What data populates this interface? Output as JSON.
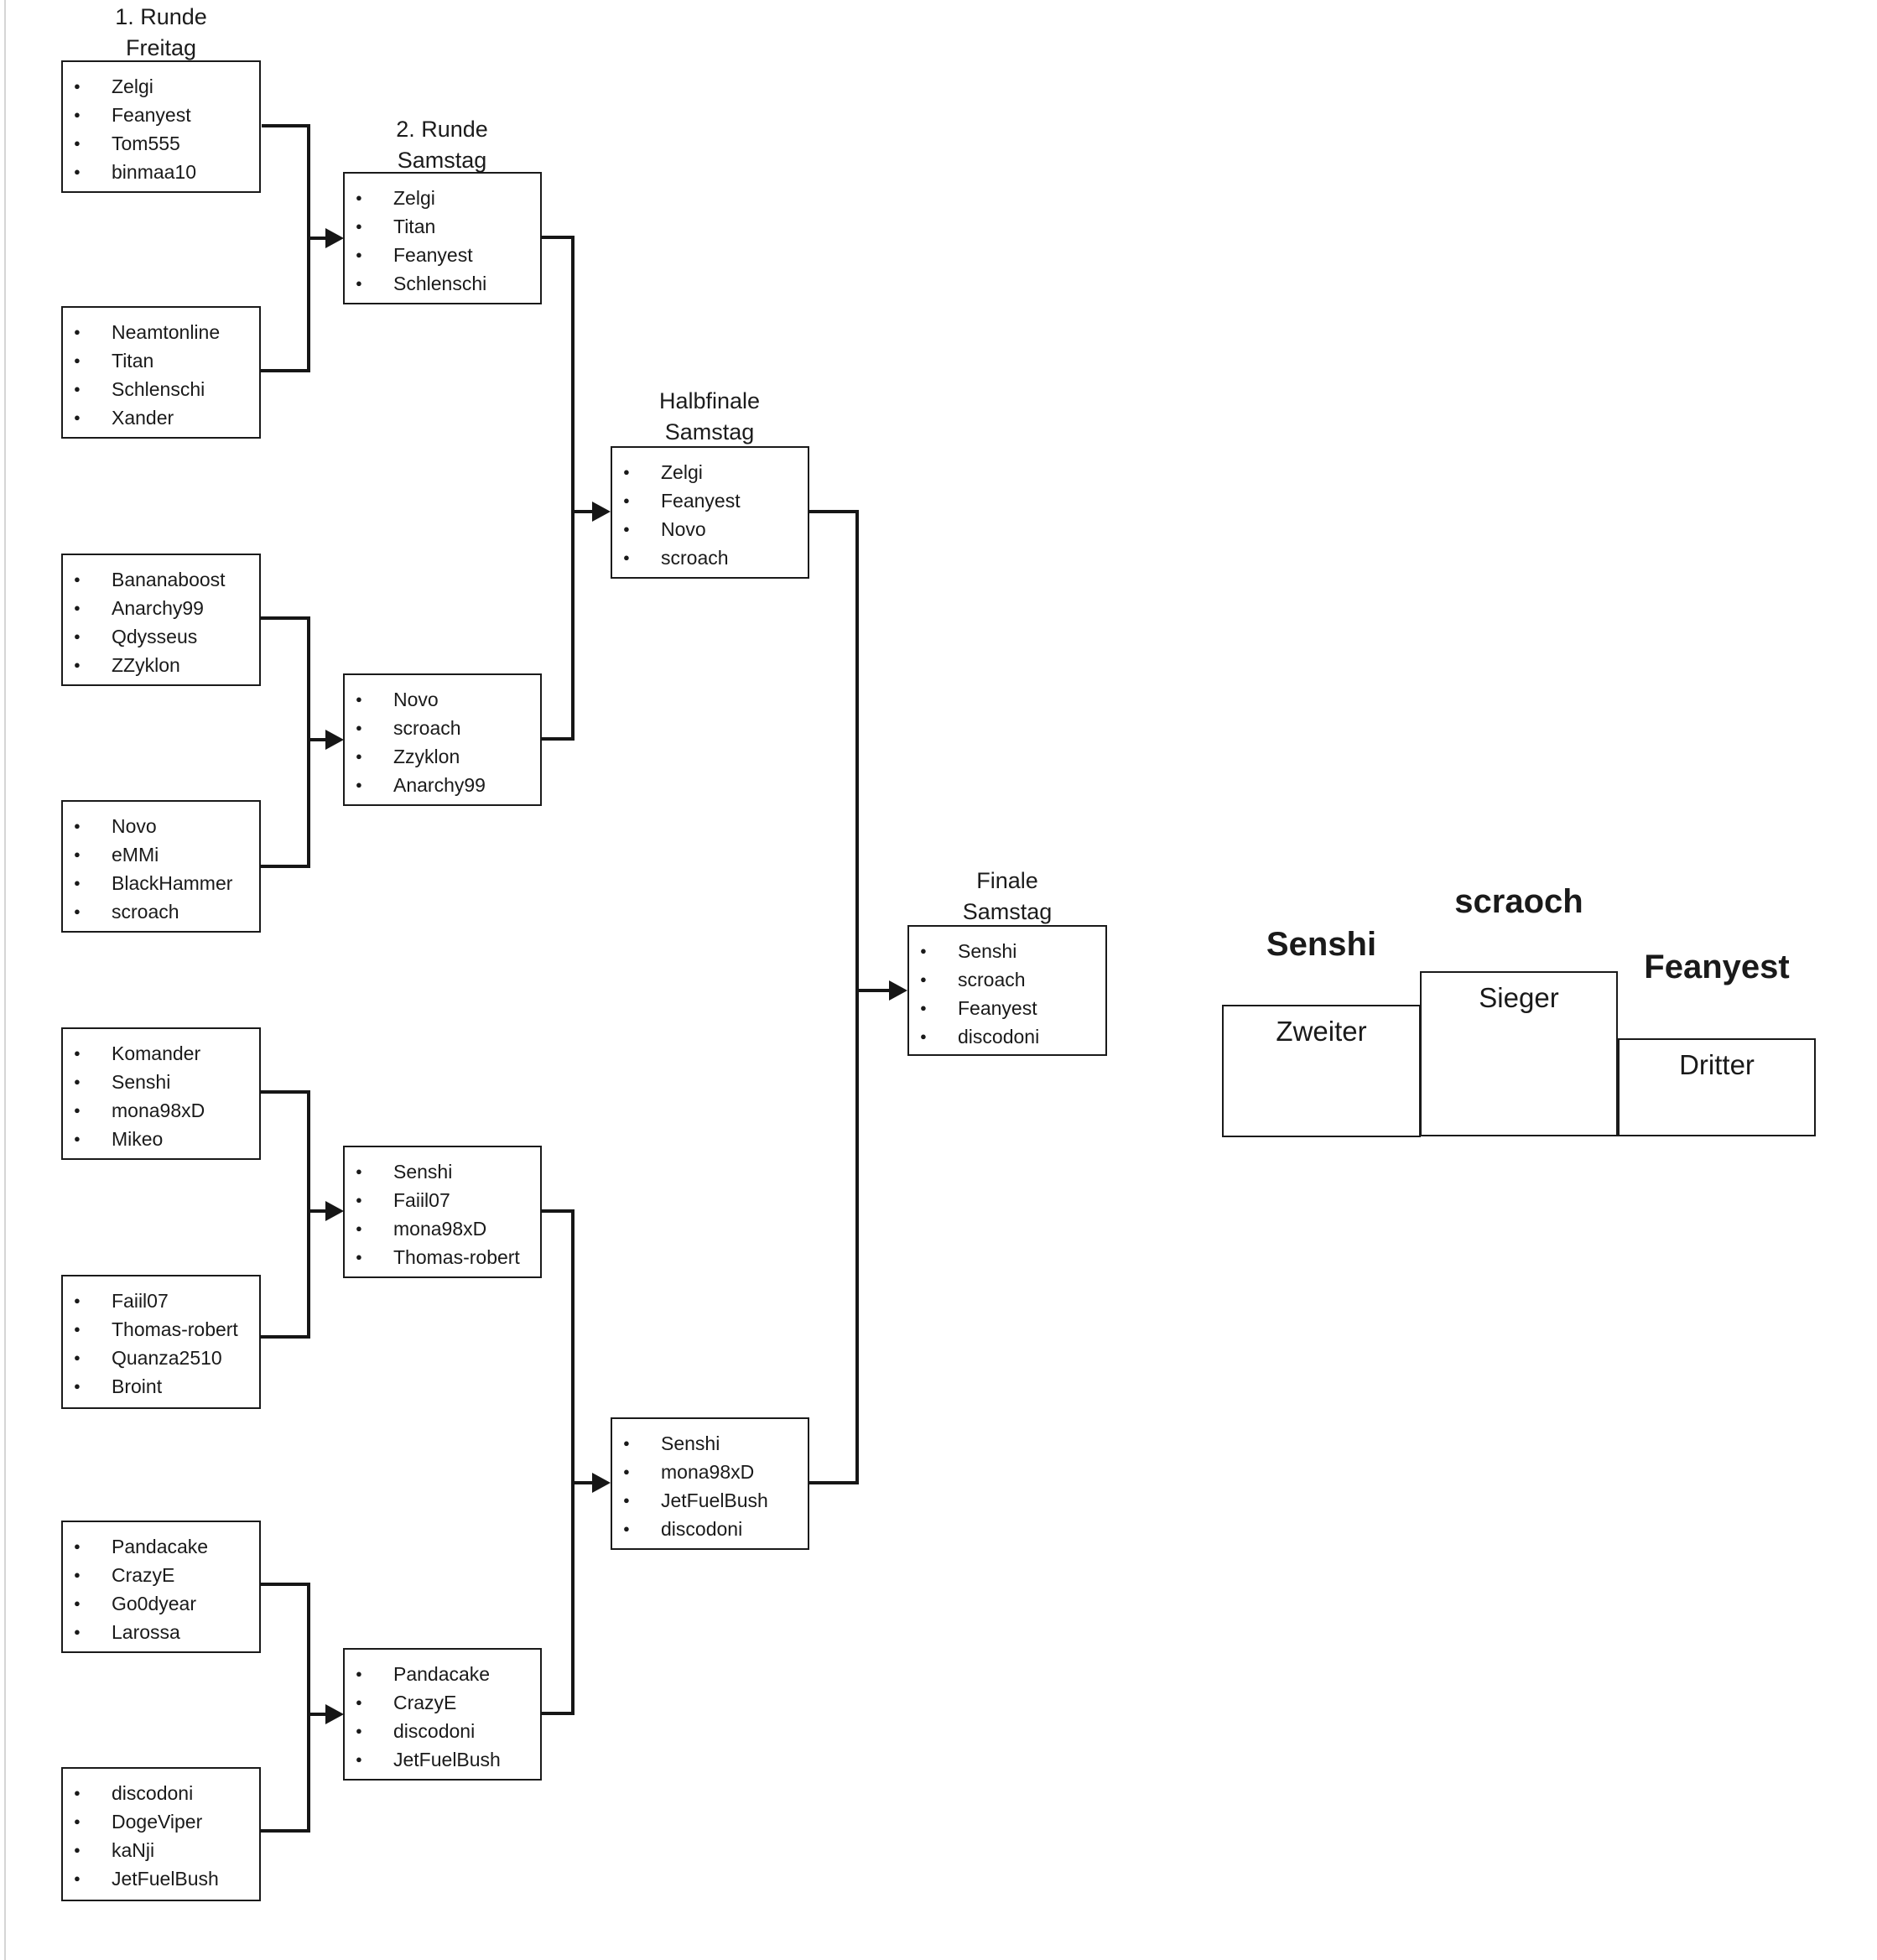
{
  "headers": {
    "round1": [
      "1. Runde",
      "Freitag"
    ],
    "round2": [
      "2. Runde",
      "Samstag"
    ],
    "semifinal": [
      "Halbfinale",
      "Samstag"
    ],
    "final": [
      "Finale",
      "Samstag"
    ]
  },
  "bracket": {
    "round1": [
      {
        "players": [
          "Zelgi",
          "Feanyest",
          "Tom555",
          "binmaa10"
        ]
      },
      {
        "players": [
          "Neamtonline",
          "Titan",
          "Schlenschi",
          "Xander"
        ]
      },
      {
        "players": [
          "Bananaboost",
          "Anarchy99",
          "Qdysseus",
          "ZZyklon"
        ]
      },
      {
        "players": [
          "Novo",
          "eMMi",
          "BlackHammer",
          "scroach"
        ]
      },
      {
        "players": [
          "Komander",
          "Senshi",
          "mona98xD",
          "Mikeo"
        ]
      },
      {
        "players": [
          "Faiil07",
          "Thomas-robert",
          "Quanza2510",
          "Broint"
        ]
      },
      {
        "players": [
          "Pandacake",
          "CrazyE",
          "Go0dyear",
          "Larossa"
        ]
      },
      {
        "players": [
          "discodoni",
          "DogeViper",
          "kaNji",
          "JetFuelBush"
        ]
      }
    ],
    "round2": [
      {
        "players": [
          "Zelgi",
          "Titan",
          "Feanyest",
          "Schlenschi"
        ]
      },
      {
        "players": [
          "Novo",
          "scroach",
          "Zzyklon",
          "Anarchy99"
        ]
      },
      {
        "players": [
          "Senshi",
          "Faiil07",
          "mona98xD",
          "Thomas-robert"
        ]
      },
      {
        "players": [
          "Pandacake",
          "CrazyE",
          "discodoni",
          "JetFuelBush"
        ]
      }
    ],
    "semifinal": [
      {
        "players": [
          "Zelgi",
          "Feanyest",
          "Novo",
          "scroach"
        ]
      },
      {
        "players": [
          "Senshi",
          "mona98xD",
          "JetFuelBush",
          "discodoni"
        ]
      }
    ],
    "final": {
      "players": [
        "Senshi",
        "scroach",
        "Feanyest",
        "discodoni"
      ]
    }
  },
  "podium": {
    "first": {
      "name": "scraoch",
      "rank_label": "Sieger"
    },
    "second": {
      "name": "Senshi",
      "rank_label": "Zweiter"
    },
    "third": {
      "name": "Feanyest",
      "rank_label": "Dritter"
    }
  }
}
